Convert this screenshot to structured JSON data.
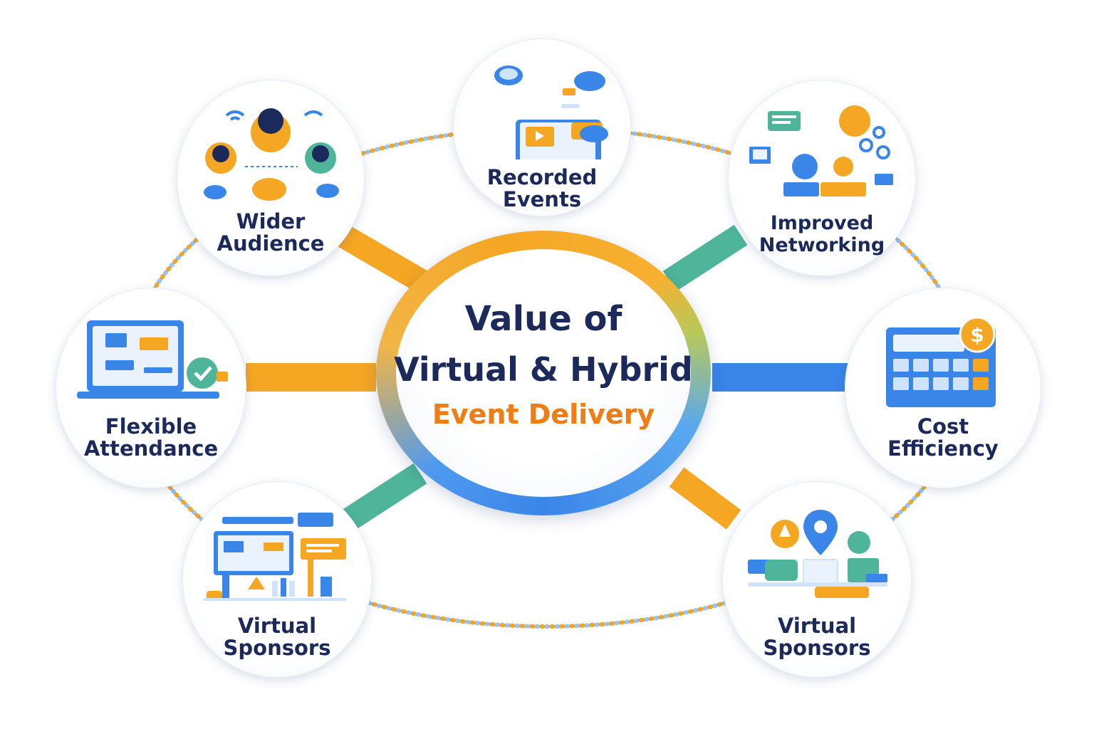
{
  "hub": {
    "line1": "Value of",
    "line2": "Virtual & Hybrid",
    "line3": "Event Delivery"
  },
  "nodes": [
    {
      "id": "recorded-events",
      "lines": [
        "Recorded",
        "Events"
      ],
      "icon": "video-screen-cloud-icon"
    },
    {
      "id": "wider-audience",
      "lines": [
        "Wider",
        "Audience"
      ],
      "icon": "people-chat-icon"
    },
    {
      "id": "improved-networking",
      "lines": [
        "Improved",
        "Networking"
      ],
      "icon": "network-chat-icon"
    },
    {
      "id": "flexible-attendance",
      "lines": [
        "Flexible",
        "Attendance"
      ],
      "icon": "laptop-check-icon"
    },
    {
      "id": "cost-efficiency",
      "lines": [
        "Cost",
        "Efficiency"
      ],
      "icon": "calculator-dollar-icon"
    },
    {
      "id": "virtual-sponsors-left",
      "lines": [
        "Virtual",
        "Sponsors"
      ],
      "icon": "booth-screens-icon"
    },
    {
      "id": "virtual-sponsors-right",
      "lines": [
        "Virtual",
        "Sponsors"
      ],
      "icon": "map-pin-booths-icon"
    }
  ],
  "colors": {
    "navy": "#1b2a5a",
    "orange": "#f5a623",
    "accent_orange": "#ef7d16",
    "blue": "#3a85e8",
    "teal": "#4fb59a"
  }
}
